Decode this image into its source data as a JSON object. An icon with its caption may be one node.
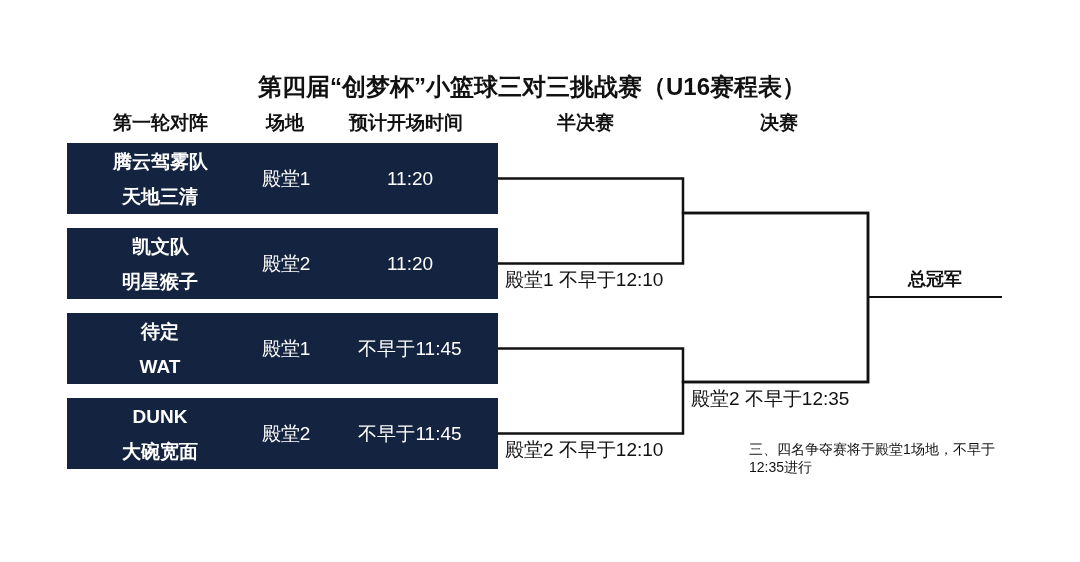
{
  "diagram": {
    "title": "第四届“创梦杯”小篮球三对三挑战赛（U16赛程表）",
    "nodes": [
      {
        "text": [
          "腾云驾雾队",
          "天地三清",
          "殿堂1",
          "11:20"
        ]
      },
      {
        "text": [
          "凯文队",
          "明星猴子",
          "殿堂2",
          "11:20"
        ]
      },
      {
        "text": [
          "待定",
          "WAT",
          "殿堂1",
          "不早于11:45"
        ]
      },
      {
        "text": [
          "DUNK",
          "大碗宽面",
          "殿堂2",
          "不早于11:45"
        ]
      },
      {
        "text": [
          "总冠军"
        ]
      }
    ],
    "edges": [
      {
        "from": 0,
        "to": 4,
        "arrow": "none"
      },
      {
        "from": 1,
        "to": 4,
        "arrow": "none"
      },
      {
        "from": 2,
        "to": 4,
        "arrow": "none"
      },
      {
        "from": 3,
        "to": 4,
        "arrow": "none"
      }
    ],
    "labels": [
      "第一轮对阵",
      "场地",
      "预计开场时间",
      "半决赛",
      "决赛",
      "殿堂1 不早于12:10",
      "殿堂2 不早于12:35",
      "殿堂2 不早于12:10",
      "三、四名争夺赛将于殿堂1场地，不早于12:35进行"
    ]
  }
}
